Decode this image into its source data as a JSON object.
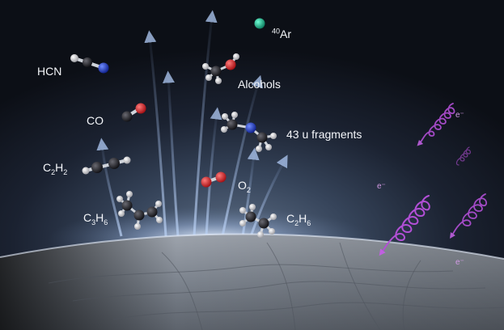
{
  "labels": {
    "hcn": "HCN",
    "co": "CO",
    "c2h2": {
      "c": "C",
      "n1": "2",
      "h": "H",
      "n2": "2"
    },
    "c3h6": {
      "c": "C",
      "n1": "3",
      "h": "H",
      "n2": "6"
    },
    "ar": {
      "mass": "40",
      "el": "Ar"
    },
    "alcohols": "Alcohols",
    "fragments": "43 u fragments",
    "o2": {
      "o": "O",
      "n": "2"
    },
    "c2h6": {
      "c": "C",
      "n1": "2",
      "h": "H",
      "n2": "6"
    },
    "electron": "e⁻"
  },
  "colors": {
    "carbon": "#1b1b1f",
    "hydrogen": "#e6e6e6",
    "nitrogen": "#1c3bd8",
    "oxygen": "#e01e24",
    "argon": "#18b890",
    "electron": "#b24fd6",
    "plume": "#9fb7e0"
  }
}
